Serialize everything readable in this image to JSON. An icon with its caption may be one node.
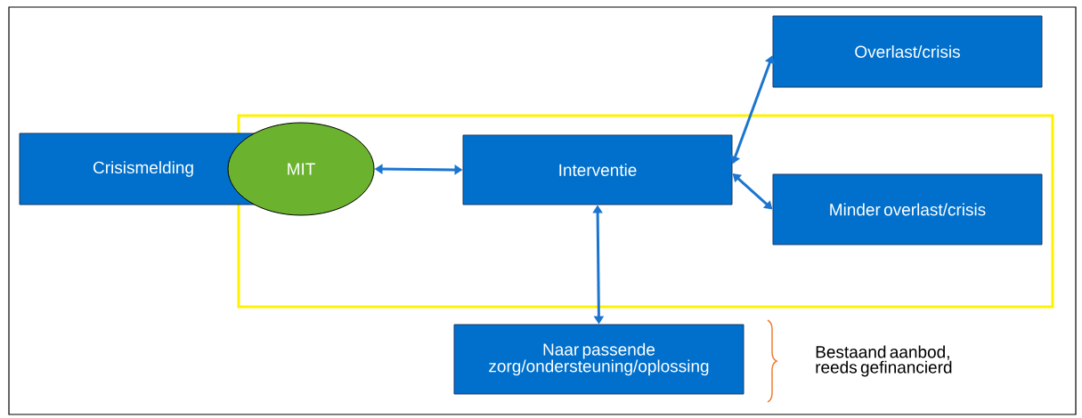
{
  "diagram": {
    "nodes": [
      {
        "text": [
          "Crisismelding"
        ]
      },
      {
        "text": [],
        "shape": "box"
      },
      {
        "text": [
          "MIT"
        ]
      },
      {
        "text": [
          "Interventie"
        ],
        "in": 1
      },
      {
        "text": [
          "Overlast/crisis"
        ]
      },
      {
        "text": [
          "Minder overlast/crisis"
        ],
        "in": 1
      },
      {
        "text": [
          "Naar passende zorg/ondersteuning/oplossing"
        ]
      }
    ],
    "edges": [
      {
        "from": 2,
        "to": 3,
        "arrow": "both"
      },
      {
        "from": 3,
        "to": 4,
        "arrow": "both"
      },
      {
        "from": 3,
        "to": 5,
        "arrow": "both"
      },
      {
        "from": 3,
        "to": 6,
        "arrow": "both"
      }
    ],
    "labels": [
      "Bestaand aanbod, reeds gefinancierd"
    ]
  }
}
